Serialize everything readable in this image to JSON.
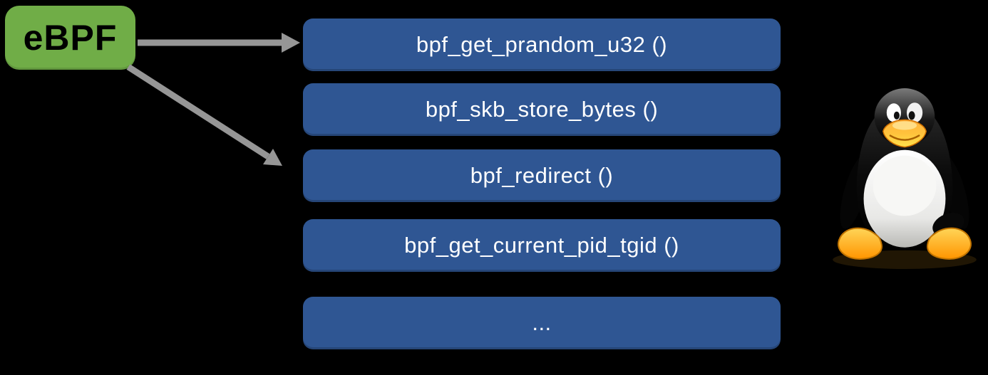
{
  "colors": {
    "background": "#000000",
    "ebpf_box_fill": "#70AD47",
    "ebpf_box_text": "#000000",
    "function_box_fill": "#2F5693",
    "function_box_text": "#FFFFFF",
    "arrow": "#969696"
  },
  "diagram": {
    "source_box": {
      "label": "eBPF"
    },
    "helper_function_boxes": [
      {
        "label": "bpf_get_prandom_u32 ()"
      },
      {
        "label": "bpf_skb_store_bytes ()"
      },
      {
        "label": "bpf_redirect ()"
      },
      {
        "label": "bpf_get_current_pid_tgid ()"
      },
      {
        "label": "..."
      }
    ],
    "icons": {
      "tux": "tux-linux-penguin-mascot"
    }
  }
}
